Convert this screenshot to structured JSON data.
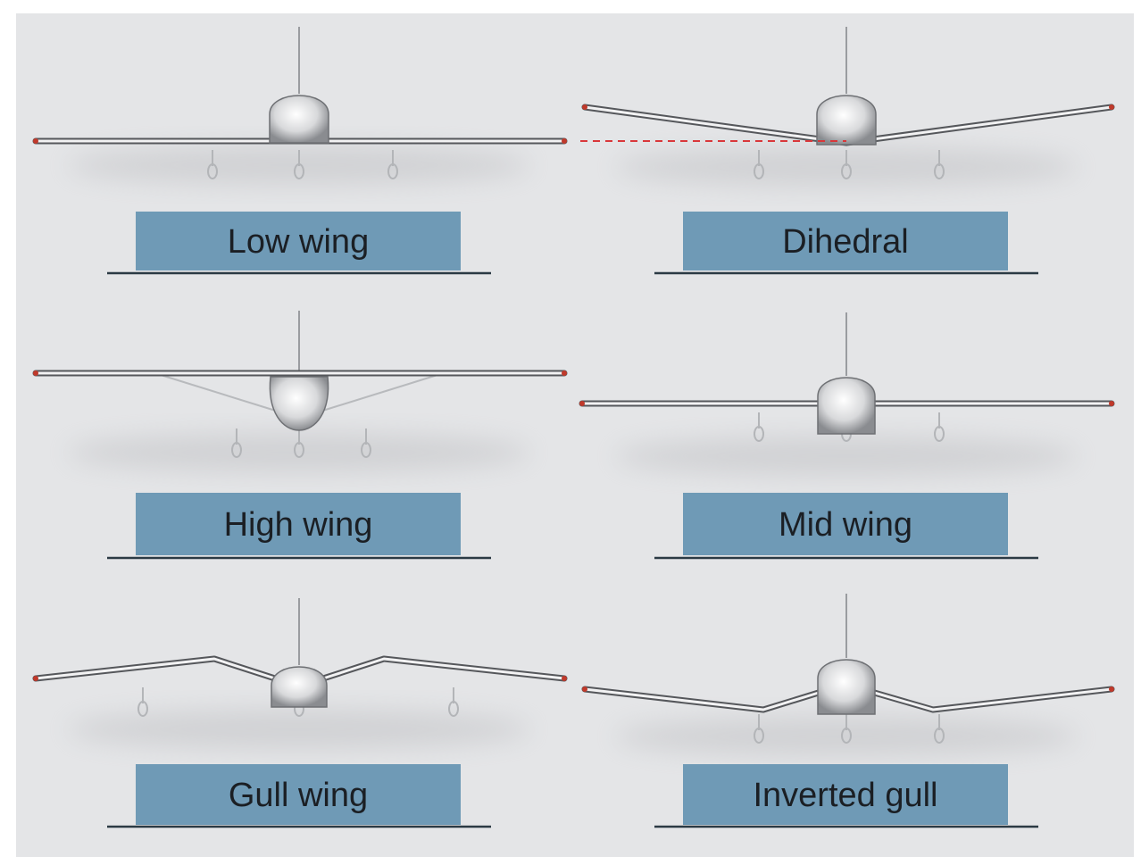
{
  "title": "Wing configurations",
  "panels": [
    {
      "id": "low-wing",
      "label": "Low wing"
    },
    {
      "id": "dihedral",
      "label": "Dihedral"
    },
    {
      "id": "high-wing",
      "label": "High wing"
    },
    {
      "id": "mid-wing",
      "label": "Mid wing"
    },
    {
      "id": "gull-wing",
      "label": "Gull wing"
    },
    {
      "id": "inverted-gull",
      "label": "Inverted gull"
    }
  ],
  "colors": {
    "background": "#e4e5e7",
    "label_box": "#6f9ab6",
    "dihedral_reference": "#d9373a"
  }
}
